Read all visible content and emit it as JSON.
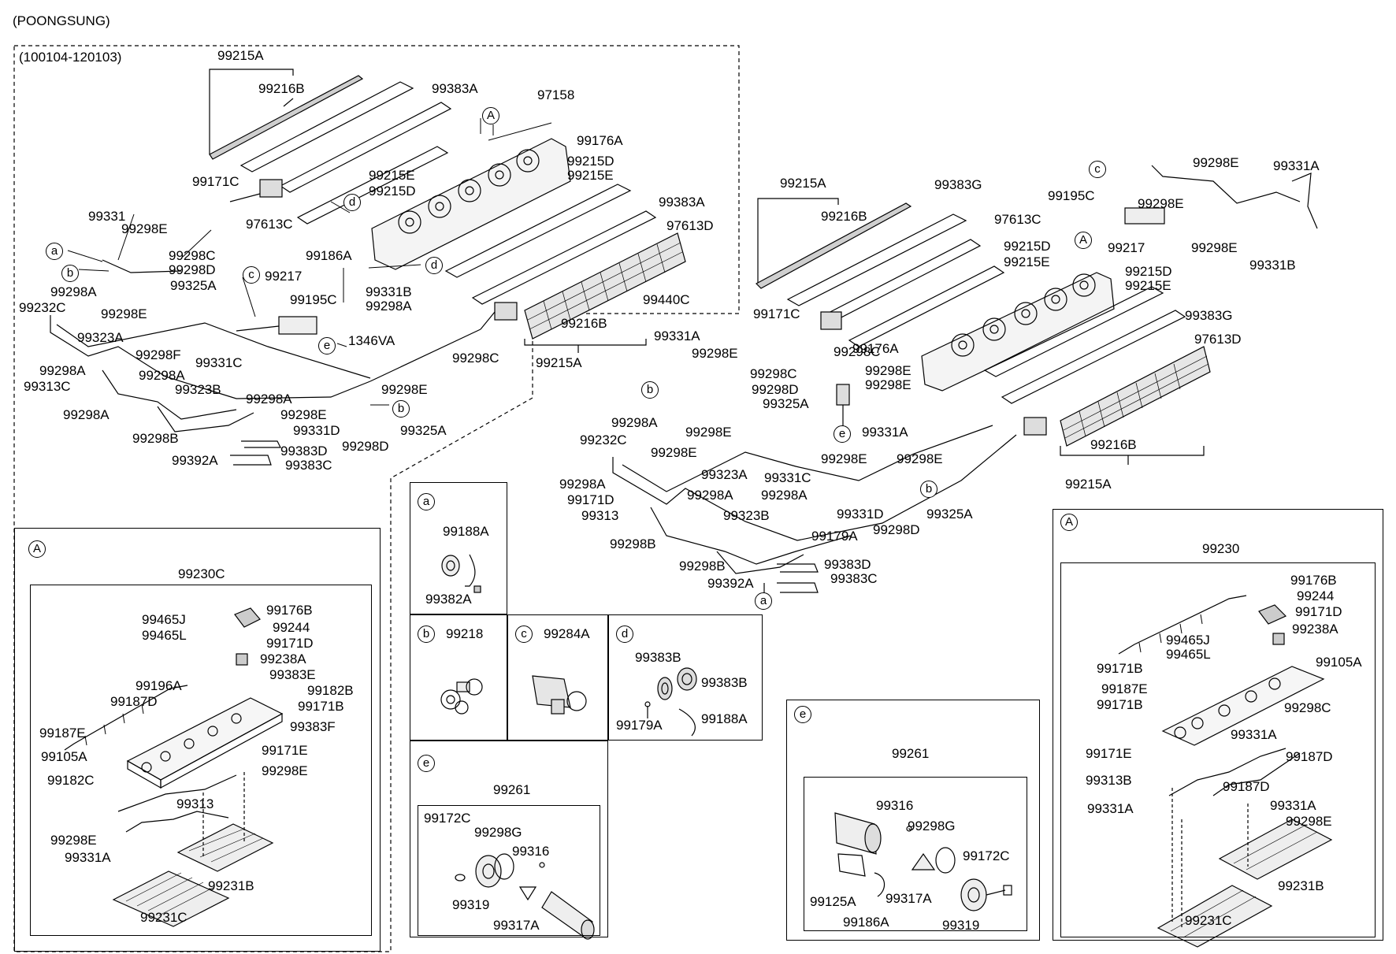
{
  "header": {
    "maker": "(POONGSUNG)",
    "period": "(100104-120103)"
  },
  "callouts": {
    "a": "a",
    "b": "b",
    "c": "c",
    "d": "d",
    "e": "e",
    "A": "A"
  },
  "upper_left_labels": [
    "99215A",
    "99216B",
    "99383A",
    "97158",
    "99176A",
    "99215E",
    "99215D",
    "99215D",
    "99215E",
    "99171C",
    "97613C",
    "99383A",
    "97613D",
    "99331",
    "99298E",
    "99298C",
    "99298D",
    "99325A",
    "99186A",
    "99217",
    "99195C",
    "99331B",
    "99298A",
    "99298A",
    "99232C",
    "99298E",
    "99323A",
    "99298F",
    "99298A",
    "99331C",
    "1346VA",
    "99440C",
    "99216B",
    "99215A",
    "99298C",
    "99298A",
    "99313C",
    "99323B",
    "99298A",
    "99298E",
    "99298E",
    "99298A",
    "99298B",
    "99331D",
    "99325A",
    "99298D",
    "99392A",
    "99383D",
    "99383C"
  ],
  "upper_right_labels": [
    "99215A",
    "99383G",
    "99298E",
    "99331A",
    "99195C",
    "99216B",
    "97613C",
    "99298E",
    "99215D",
    "99215E",
    "99217",
    "99298E",
    "99331B",
    "99215D",
    "99215E",
    "99171C",
    "99383G",
    "97613D",
    "99331A",
    "99298E",
    "99176A",
    "99298C",
    "99298E",
    "99298C",
    "99298D",
    "99298E",
    "99325A",
    "99331A",
    "99298A",
    "99298E",
    "99232C",
    "99298E",
    "99216B",
    "99298E",
    "99323A",
    "99331C",
    "99298E",
    "99298A",
    "99298A",
    "99298A",
    "99171D",
    "99313",
    "99323B",
    "99331D",
    "99325A",
    "99179A",
    "99298D",
    "99298B",
    "99298B",
    "99383D",
    "99392A",
    "99383C",
    "99215A"
  ],
  "detail_A_left": {
    "tag": "A",
    "assembly": "99230C",
    "labels": [
      "99465J",
      "99465L",
      "99176B",
      "99244",
      "99171D",
      "99238A",
      "99196A",
      "99383E",
      "99182B",
      "99187D",
      "99171B",
      "99383F",
      "99187E",
      "99171E",
      "99105A",
      "99298E",
      "99182C",
      "99313",
      "99298E",
      "99331A",
      "99231B",
      "99231C"
    ]
  },
  "detail_a": {
    "tag": "a",
    "labels": [
      "99188A",
      "99382A"
    ]
  },
  "detail_b": {
    "tag": "b",
    "part": "99218"
  },
  "detail_c": {
    "tag": "c",
    "part": "99284A"
  },
  "detail_d": {
    "tag": "d",
    "labels": [
      "99383B",
      "99383B",
      "99179A",
      "99188A"
    ]
  },
  "detail_e_left": {
    "tag": "e",
    "assembly": "99261",
    "labels": [
      "99172C",
      "99298G",
      "99316",
      "99319",
      "99317A"
    ]
  },
  "detail_e_right": {
    "tag": "e",
    "assembly": "99261",
    "labels": [
      "99316",
      "99298G",
      "99172C",
      "99125A",
      "99317A",
      "99186A",
      "99319"
    ]
  },
  "detail_A_right": {
    "tag": "A",
    "assembly": "99230",
    "labels": [
      "99176B",
      "99244",
      "99171D",
      "99238A",
      "99465J",
      "99465L",
      "99105A",
      "99171B",
      "99187E",
      "99171B",
      "99298C",
      "99331A",
      "99171E",
      "99187D",
      "99313B",
      "99187D",
      "99331A",
      "99331A",
      "99298E",
      "99231B",
      "99231C"
    ]
  }
}
